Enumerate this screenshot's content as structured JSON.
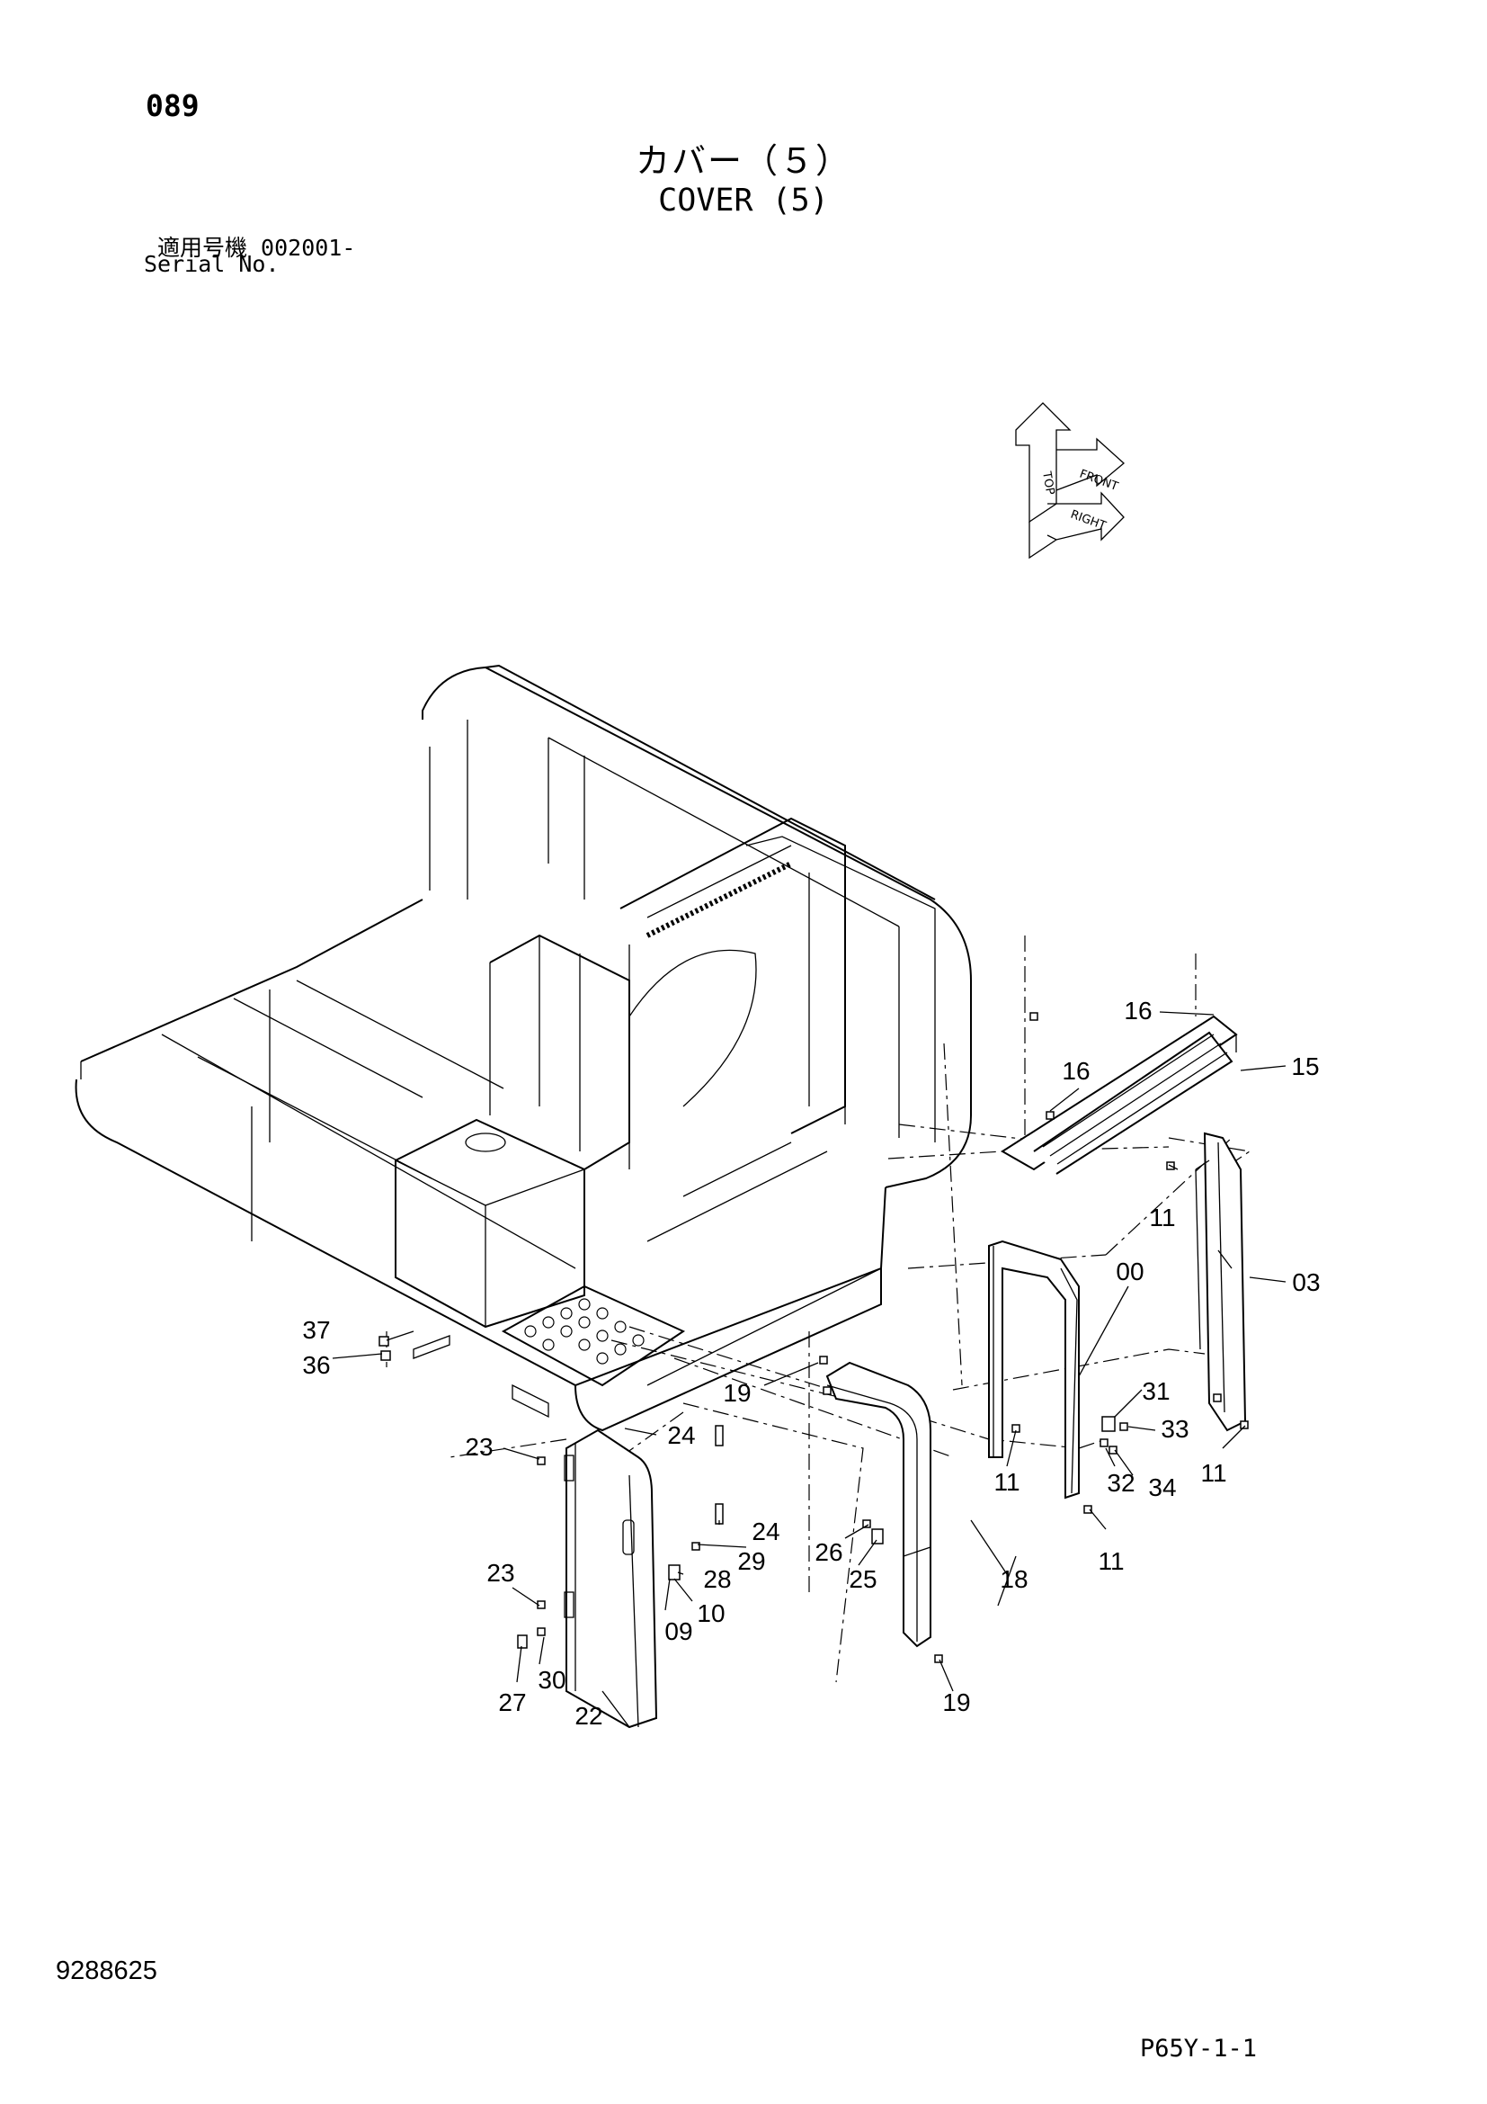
{
  "header": {
    "page_no": "089",
    "title_jp": "カバー（５）",
    "title_en": "COVER (5)",
    "serial_label_jp": "適用号機  002001-",
    "serial_label_en": "Serial No."
  },
  "orientation_indicator": {
    "top": "TOP",
    "front": "FRONT",
    "right": "RIGHT"
  },
  "callouts": {
    "c16a": "16",
    "c16b": "16",
    "c15": "15",
    "c11a": "11",
    "c03": "03",
    "c00": "00",
    "c37": "37",
    "c36": "36",
    "c19a": "19",
    "c31": "31",
    "c33": "33",
    "c23a": "23",
    "c24a": "24",
    "c11b": "11",
    "c32": "32",
    "c34": "34",
    "c11c": "11",
    "c24b": "24",
    "c29": "29",
    "c26": "26",
    "c28": "28",
    "c25": "25",
    "c11d": "11",
    "c18": "18",
    "c23b": "23",
    "c10": "10",
    "c09": "09",
    "c30": "30",
    "c27": "27",
    "c22": "22",
    "c19b": "19"
  },
  "footer": {
    "doc_no": "9288625",
    "sheet_no": "P65Y-1-1"
  }
}
